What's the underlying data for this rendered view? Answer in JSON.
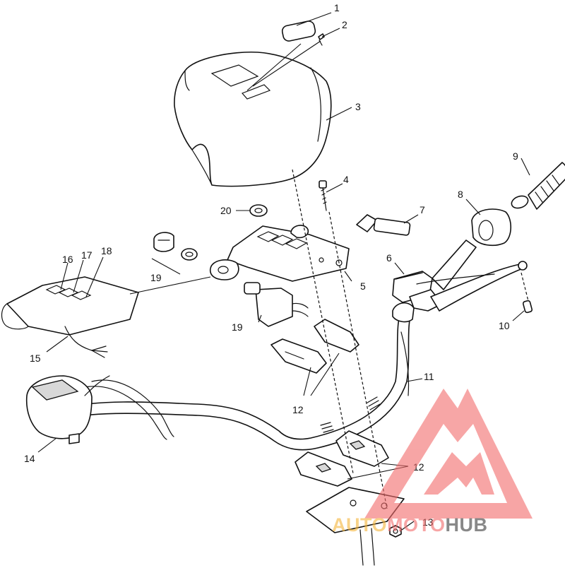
{
  "callouts": {
    "c1": "1",
    "c2": "2",
    "c3": "3",
    "c4": "4",
    "c5": "5",
    "c6": "6",
    "c7": "7",
    "c8": "8",
    "c9": "9",
    "c10": "10",
    "c11": "11",
    "c12a": "12",
    "c12b": "12",
    "c13": "13",
    "c14": "14",
    "c15": "15",
    "c16": "16",
    "c17": "17",
    "c18": "18",
    "c19a": "19",
    "c19b": "19",
    "c20": "20"
  },
  "watermark": {
    "text_part1": "AUTO",
    "text_part2": "MOTO",
    "text_part3": "HUB",
    "color_primary": "#f26b6b",
    "color_secondary": "#f5b53a",
    "color_tertiary": "#3a3a3a"
  }
}
